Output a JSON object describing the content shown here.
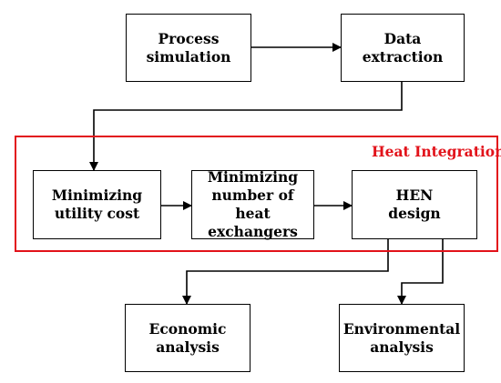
{
  "diagram": {
    "nodes": {
      "process_simulation": "Process\nsimulation",
      "data_extraction": "Data extraction",
      "minimizing_utility_cost": "Minimizing\nutility cost",
      "minimizing_heat_exchangers": "Minimizing\nnumber of heat\nexchangers",
      "hen_design": "HEN\ndesign",
      "economic_analysis": "Economic\nanalysis",
      "environmental_analysis": "Environmental\nanalysis"
    },
    "group": {
      "label": "Heat Integration",
      "color": "#e2121a"
    },
    "edges": [
      {
        "from": "process_simulation",
        "to": "data_extraction"
      },
      {
        "from": "data_extraction",
        "to": "minimizing_utility_cost"
      },
      {
        "from": "minimizing_utility_cost",
        "to": "minimizing_heat_exchangers"
      },
      {
        "from": "minimizing_heat_exchangers",
        "to": "hen_design"
      },
      {
        "from": "hen_design",
        "to": "economic_analysis"
      },
      {
        "from": "hen_design",
        "to": "environmental_analysis"
      }
    ]
  }
}
